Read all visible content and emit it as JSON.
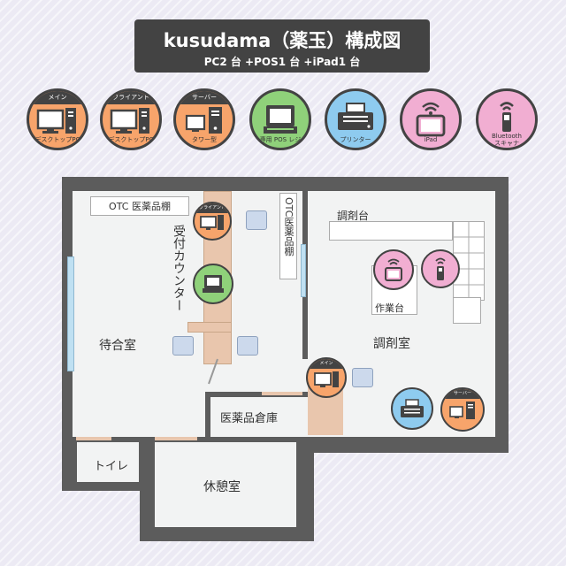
{
  "title": {
    "main": "kusudama（薬玉）構成図",
    "sub": "PC2 台 +POS1 台 +iPad1 台"
  },
  "legend": [
    {
      "header": "メイン",
      "label": "デスクトップPC",
      "icon": "desktop-pc-icon",
      "color": "#f7a46b"
    },
    {
      "header": "クライアント",
      "label": "デスクトップPC",
      "icon": "desktop-pc-icon",
      "color": "#f7a46b"
    },
    {
      "header": "サーバー",
      "label": "タワー型",
      "icon": "tower-server-icon",
      "color": "#f7a46b"
    },
    {
      "header": "",
      "label": "専用 POS レジ",
      "icon": "pos-register-icon",
      "color": "#8fd17a"
    },
    {
      "header": "",
      "label": "プリンター",
      "icon": "printer-icon",
      "color": "#8ecbef"
    },
    {
      "header": "",
      "label": "iPad",
      "icon": "ipad-icon",
      "color": "#f1aed2"
    },
    {
      "header": "",
      "label": "Bluetooth\nスキャナ",
      "icon": "bluetooth-scanner-icon",
      "color": "#f1aed2"
    }
  ],
  "floorplan": {
    "otc_shelf_top": "OTC 医薬品棚",
    "otc_shelf_vertical": "OTC医薬品棚",
    "reception_counter": "受付カウンター",
    "waiting_room": "待合室",
    "dispensing_counter": "調剤台",
    "work_table": "作業台",
    "dispensing_room": "調剤室",
    "storage": "医薬品倉庫",
    "toilet": "トイレ",
    "break_room": "休憩室",
    "client_header": "クライアント",
    "main_header": "メイン",
    "server_header": "サーバー"
  },
  "colors": {
    "pc": "#f7a46b",
    "pos": "#8fd17a",
    "printer": "#8ecbef",
    "mobile": "#f1aed2",
    "dark": "#434343",
    "wall": "#5c5c5c",
    "counter": "#e9c6ad"
  }
}
